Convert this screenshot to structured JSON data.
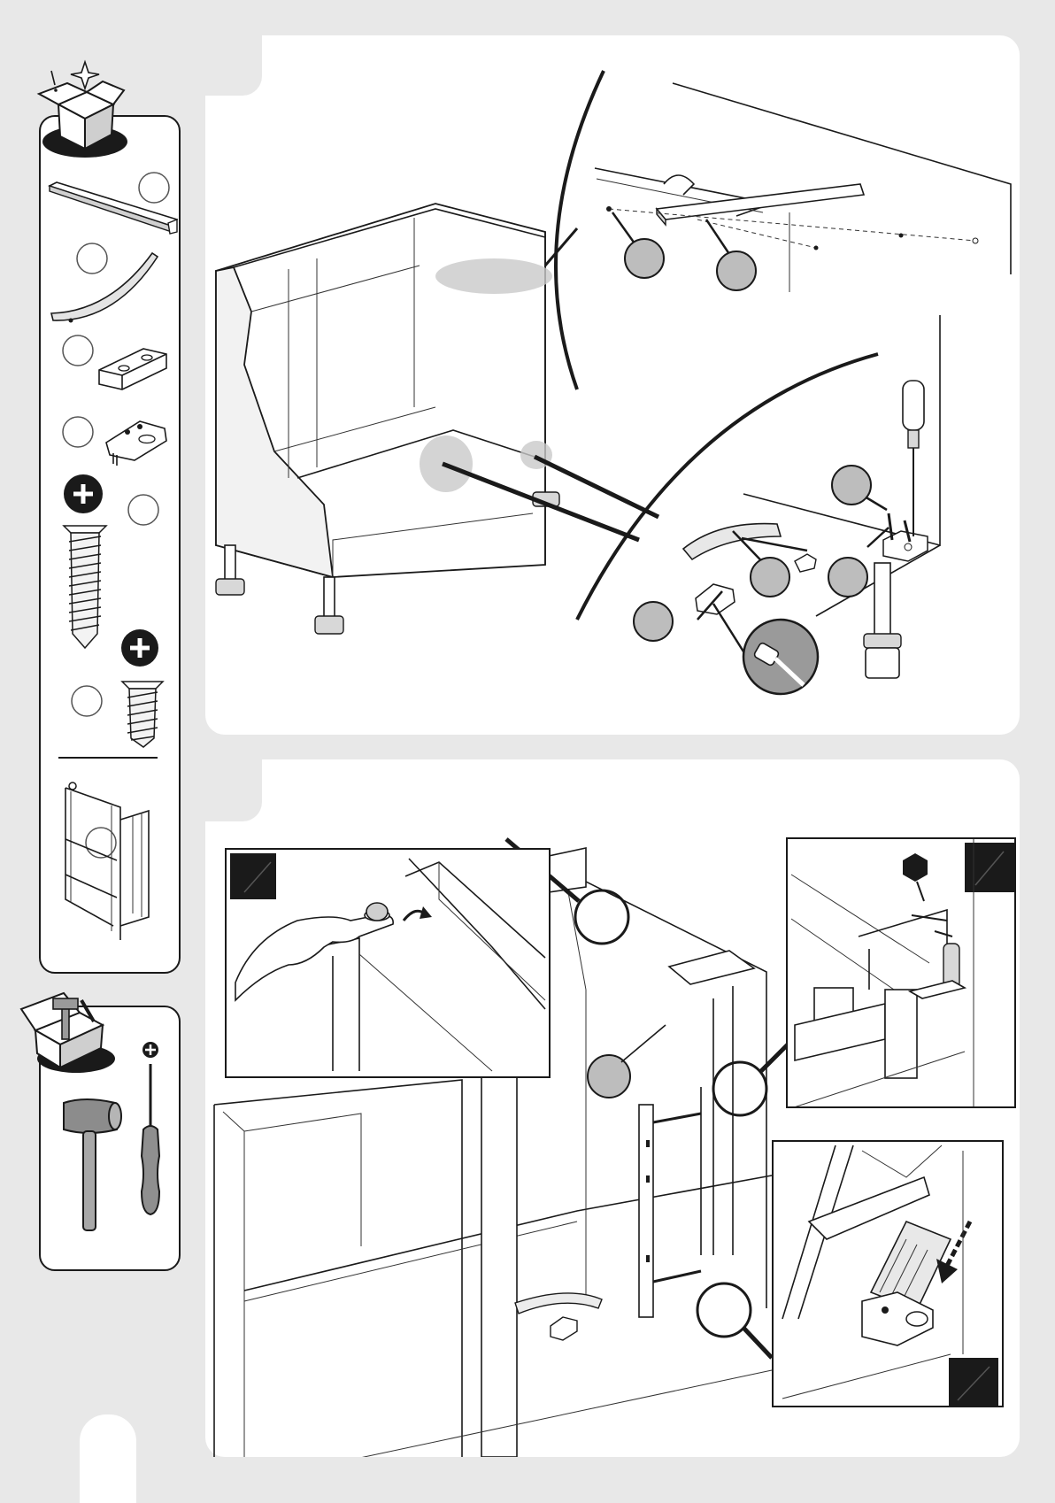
{
  "colors": {
    "page_background": "#e8e8e8",
    "panel": "#ffffff",
    "callout_fill": "#bdbdbd",
    "ink": "#1a1a1a"
  },
  "sidebar": {
    "parts_icon": "open-box-icon",
    "parts": [
      {
        "name": "rail-bar",
        "icon": "rail-part-icon"
      },
      {
        "name": "curved-trim",
        "icon": "curved-trim-icon"
      },
      {
        "name": "block-bracket",
        "icon": "block-bracket-icon"
      },
      {
        "name": "cam-plate",
        "icon": "cam-plate-icon"
      },
      {
        "name": "long-screw",
        "icon": "long-screw-icon"
      },
      {
        "name": "short-screw",
        "icon": "short-screw-icon"
      },
      {
        "name": "pullout-frame",
        "icon": "pullout-frame-icon"
      }
    ],
    "tools_icon": "toolbox-icon",
    "tools": [
      {
        "name": "hammer",
        "icon": "hammer-icon"
      },
      {
        "name": "screwdriver",
        "icon": "screwdriver-icon"
      }
    ]
  }
}
